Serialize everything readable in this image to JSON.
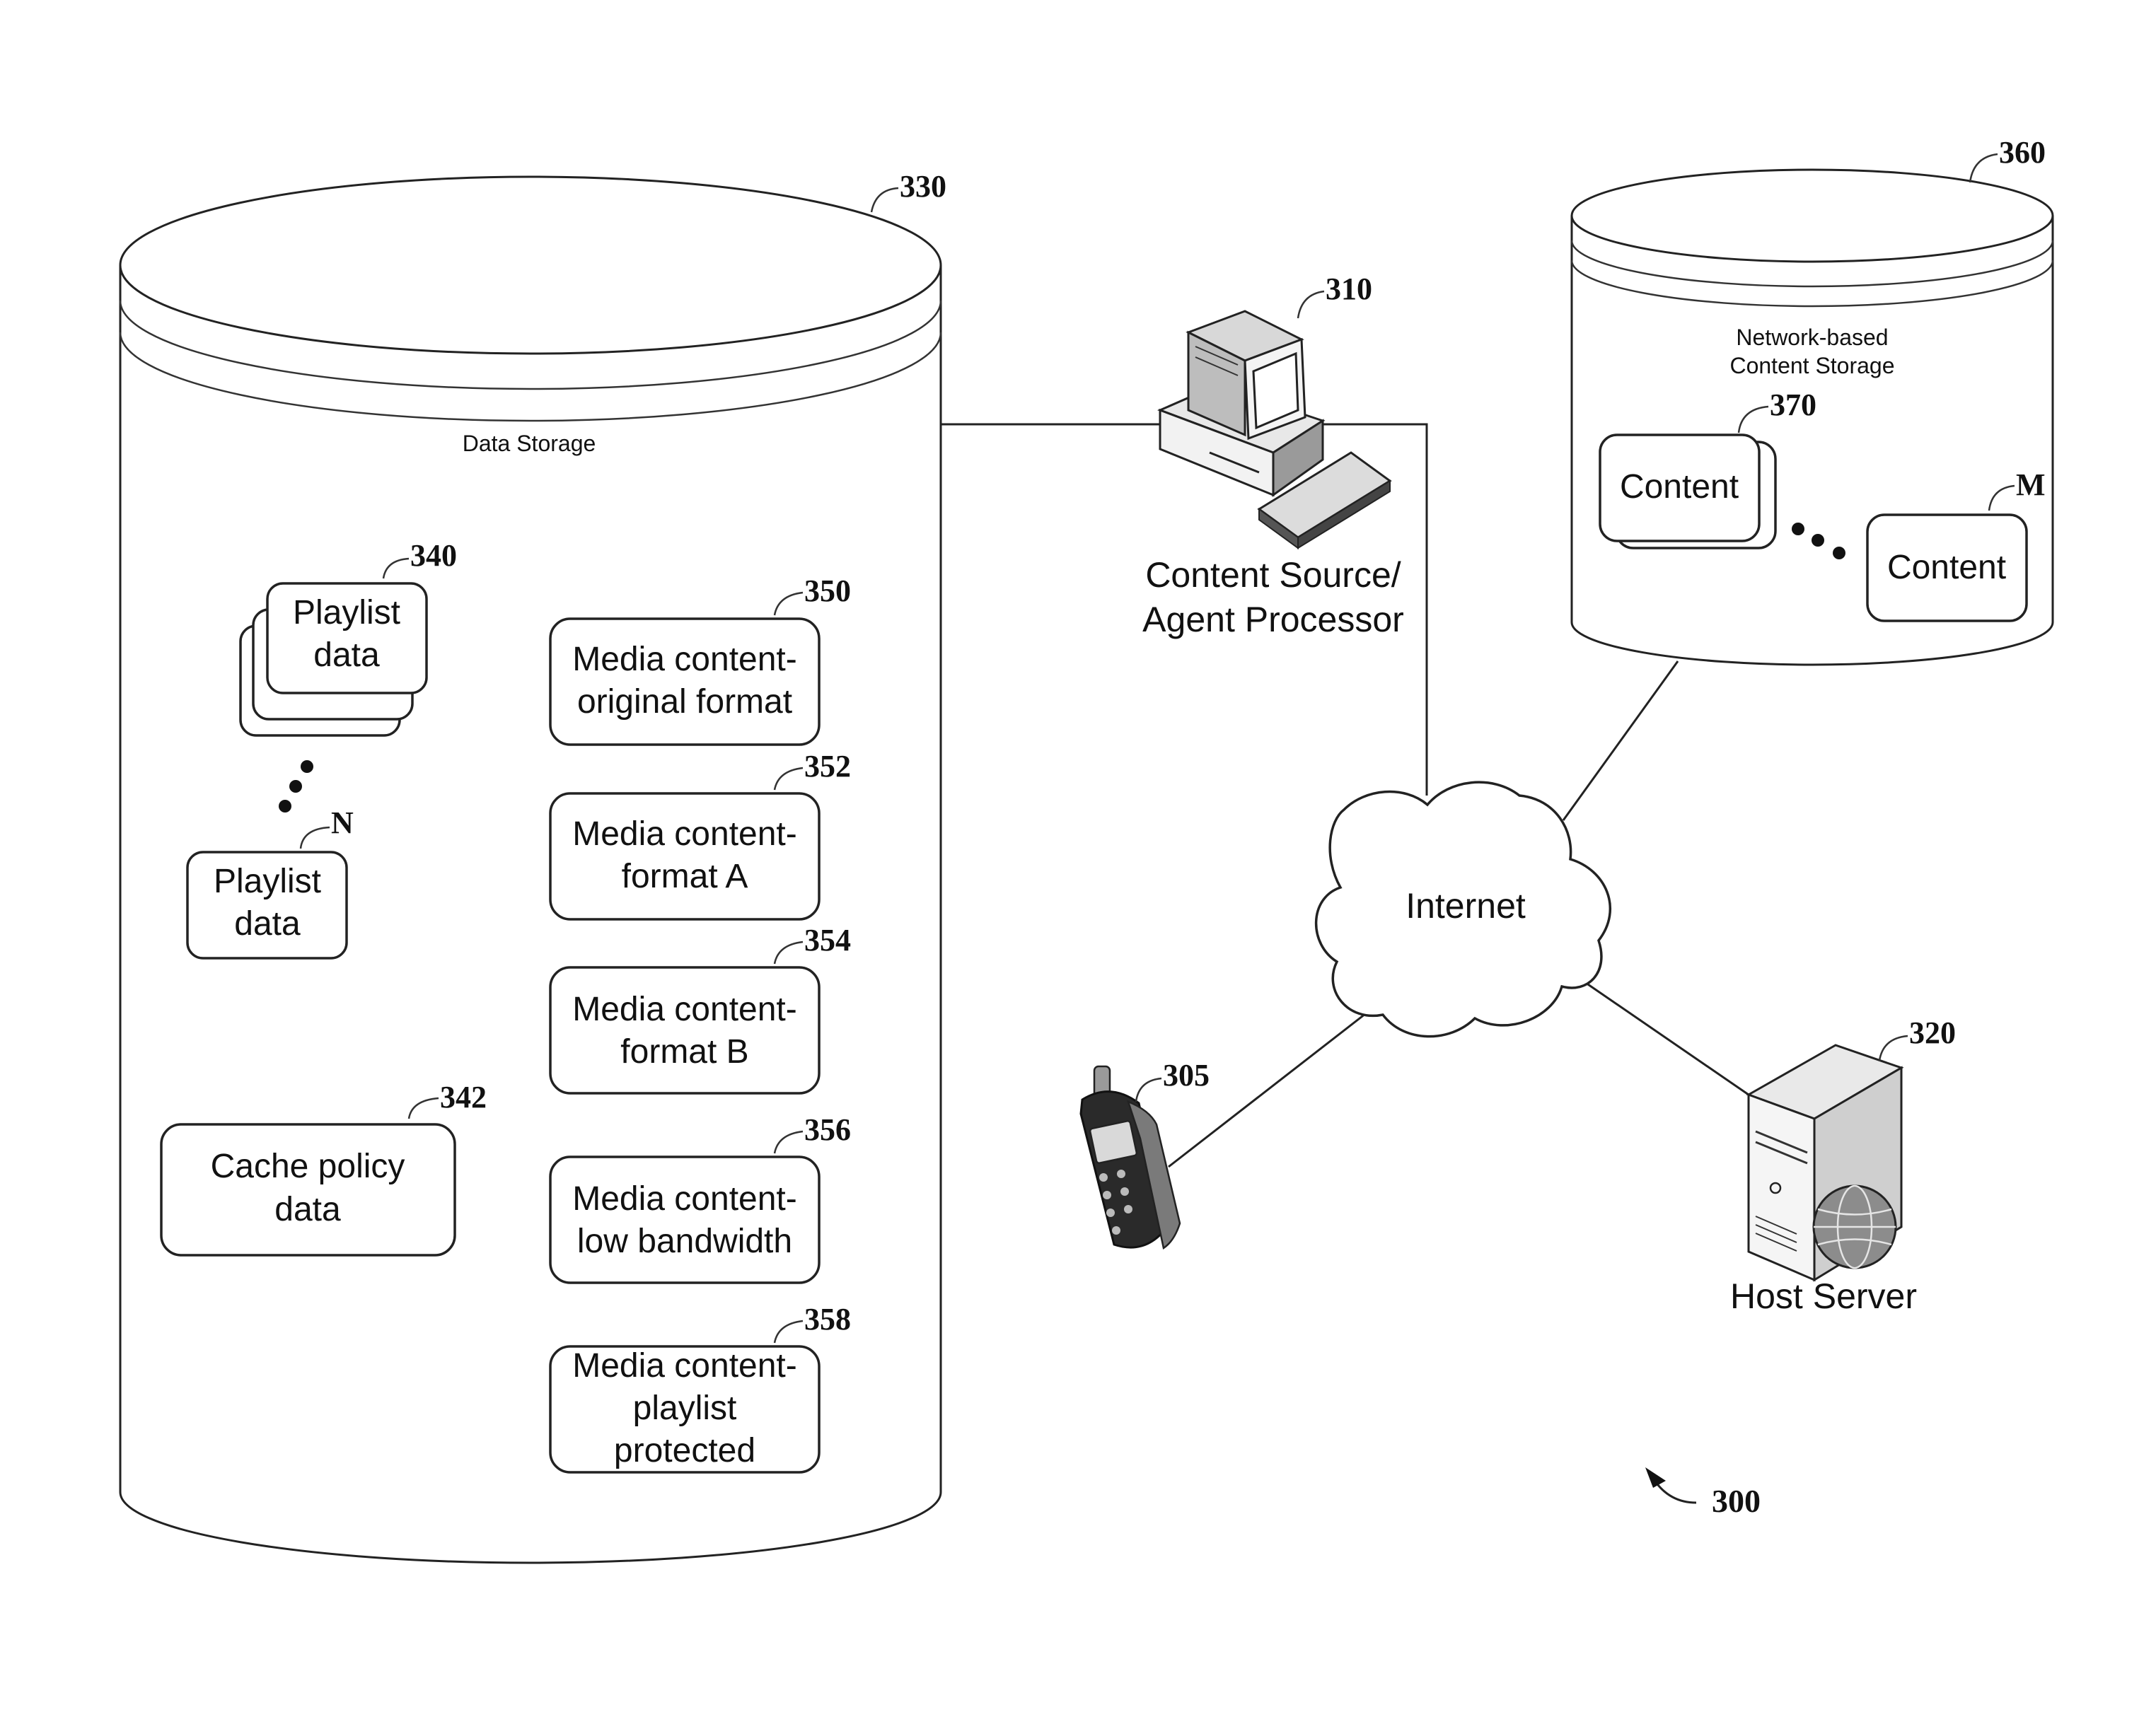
{
  "data_storage": {
    "title": "Data Storage",
    "ref": "330",
    "playlist_stack": {
      "ref": "340",
      "line1": "Playlist",
      "line2": "data"
    },
    "playlist_n": {
      "ref": "N",
      "line1": "Playlist",
      "line2": "data"
    },
    "cache_policy": {
      "ref": "342",
      "line1": "Cache policy",
      "line2": "data"
    },
    "media_items": [
      {
        "ref": "350",
        "lines": [
          "Media content-",
          "original format"
        ]
      },
      {
        "ref": "352",
        "lines": [
          "Media content-",
          "format A"
        ]
      },
      {
        "ref": "354",
        "lines": [
          "Media content-",
          "format B"
        ]
      },
      {
        "ref": "356",
        "lines": [
          "Media content-",
          "low bandwidth"
        ]
      },
      {
        "ref": "358",
        "lines": [
          "Media content-",
          "playlist",
          "protected"
        ]
      }
    ]
  },
  "content_source": {
    "ref": "310",
    "line1": "Content Source/",
    "line2": "Agent Processor"
  },
  "network_storage": {
    "ref": "360",
    "title_line1": "Network-based",
    "title_line2": "Content Storage",
    "content_stack": {
      "ref": "370",
      "label": "Content"
    },
    "content_m": {
      "ref": "M",
      "label": "Content"
    }
  },
  "internet": {
    "label": "Internet"
  },
  "mobile": {
    "ref": "305"
  },
  "host_server": {
    "ref": "320",
    "label": "Host Server"
  },
  "figure": {
    "ref": "300"
  }
}
